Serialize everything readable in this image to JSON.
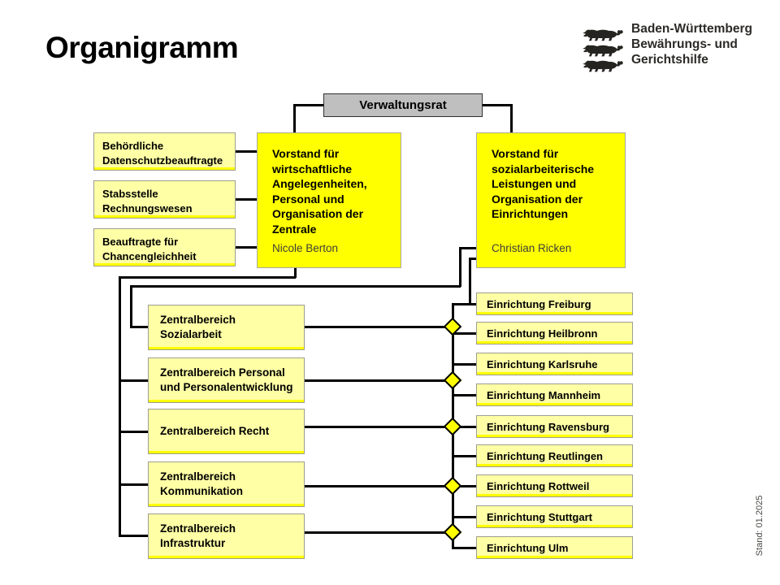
{
  "page": {
    "title": "Organigramm",
    "stand": "Stand: 01.2025"
  },
  "logo": {
    "line1": "Baden-Württemberg",
    "line2": "Bewährungs- und",
    "line3": "Gerichtshilfe",
    "icon": "bw-three-lions-coat-of-arms"
  },
  "chart": {
    "verwaltungsrat": "Verwaltungsrat",
    "vorstand_left": {
      "title": "Vorstand für wirtschaftliche Angelegenheiten, Personal und Organisation der Zentrale",
      "name": "Nicole Berton"
    },
    "vorstand_right": {
      "title": "Vorstand für sozialarbeiterische Leistungen und Organisation der Einrichtungen",
      "name": "Christian Ricken"
    },
    "staff_units": [
      "Behördliche Datenschutzbeauftragte",
      "Stabsstelle Rechnungswesen",
      "Beauftragte für Chancengleichheit"
    ],
    "zentralbereiche": [
      "Zentralbereich Sozialarbeit",
      "Zentralbereich Personal und Personalentwicklung",
      "Zentralbereich Recht",
      "Zentralbereich Kommunikation",
      "Zentralbereich Infrastruktur"
    ],
    "einrichtungen": [
      "Einrichtung Freiburg",
      "Einrichtung Heilbronn",
      "Einrichtung Karlsruhe",
      "Einrichtung Mannheim",
      "Einrichtung Ravensburg",
      "Einrichtung Reutlingen",
      "Einrichtung Rottweil",
      "Einrichtung Stuttgart",
      "Einrichtung Ulm"
    ],
    "colors": {
      "highlight_yellow": "#FFFF00",
      "light_yellow": "#FFFFA6",
      "header_gray": "#BFBFBF",
      "line_black": "#000000"
    }
  }
}
